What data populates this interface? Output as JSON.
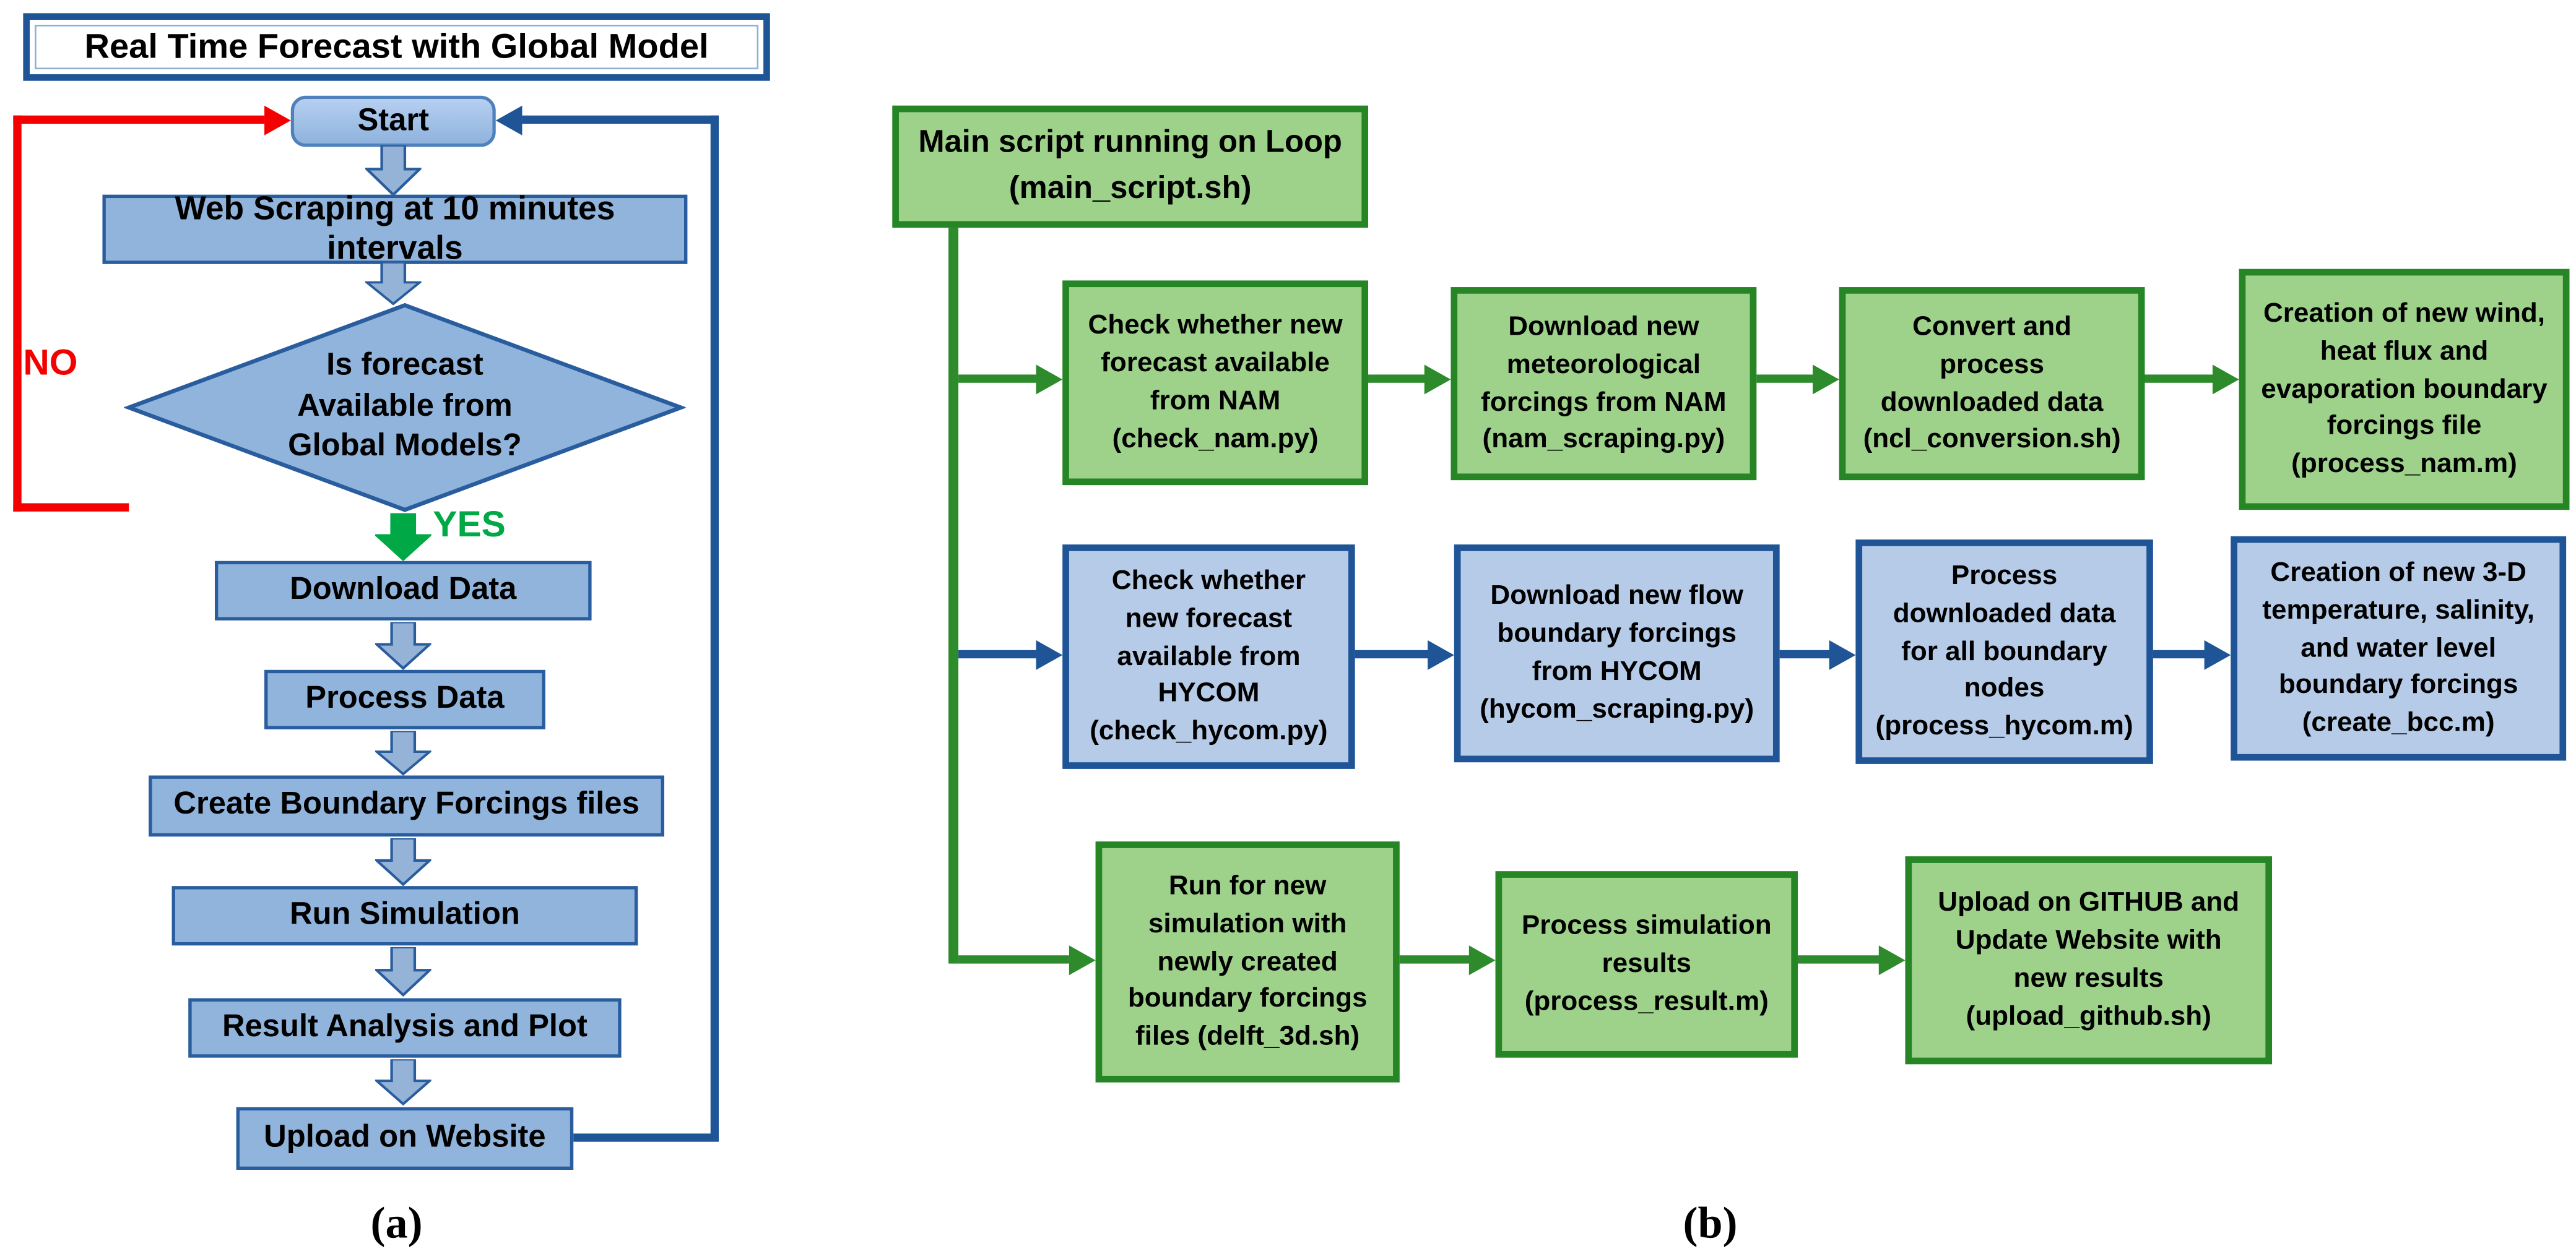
{
  "colors": {
    "panel_a_fill": "#90b4dc",
    "panel_a_border": "#2a5d9e",
    "dark_blue": "#1f5597",
    "green_fill": "#9ed28b",
    "green_border": "#268626",
    "green_arrow": "#2e8b2c",
    "yes_green": "#00a846",
    "no_red": "#f40000"
  },
  "panel_a": {
    "caption": "(a)",
    "title": "Real Time Forecast with Global Model",
    "start": "Start",
    "web_scraping": "Web Scraping at 10 minutes intervals",
    "decision": "Is forecast\nAvailable from\nGlobal Models?",
    "no_label": "NO",
    "yes_label": "YES",
    "steps": [
      "Download Data",
      "Process Data",
      "Create Boundary Forcings files",
      "Run Simulation",
      "Result Analysis and Plot",
      "Upload on Website"
    ]
  },
  "panel_b": {
    "caption": "(b)",
    "main_script": "Main script running on Loop\n(main_script.sh)",
    "rows": [
      [
        "Check whether new\nforecast available\nfrom NAM\n(check_nam.py)",
        "Download new\nmeteorological\nforcings from NAM\n(nam_scraping.py)",
        "Convert and\nprocess\ndownloaded data\n(ncl_conversion.sh)",
        "Creation of new wind,\nheat flux and\nevaporation boundary\nforcings file\n(process_nam.m)"
      ],
      [
        "Check whether\nnew forecast\navailable from\nHYCOM\n(check_hycom.py)",
        "Download new flow\nboundary forcings\nfrom HYCOM\n(hycom_scraping.py)",
        "Process\ndownloaded data\nfor all boundary\nnodes\n(process_hycom.m)",
        "Creation of new 3-D\ntemperature, salinity,\nand water level\nboundary forcings\n(create_bcc.m)"
      ],
      [
        "Run for new\nsimulation with\nnewly created\nboundary forcings\nfiles (delft_3d.sh)",
        "Process simulation\nresults\n(process_result.m)",
        "Upload on GITHUB and\nUpdate Website with\nnew results\n(upload_github.sh)"
      ]
    ]
  }
}
